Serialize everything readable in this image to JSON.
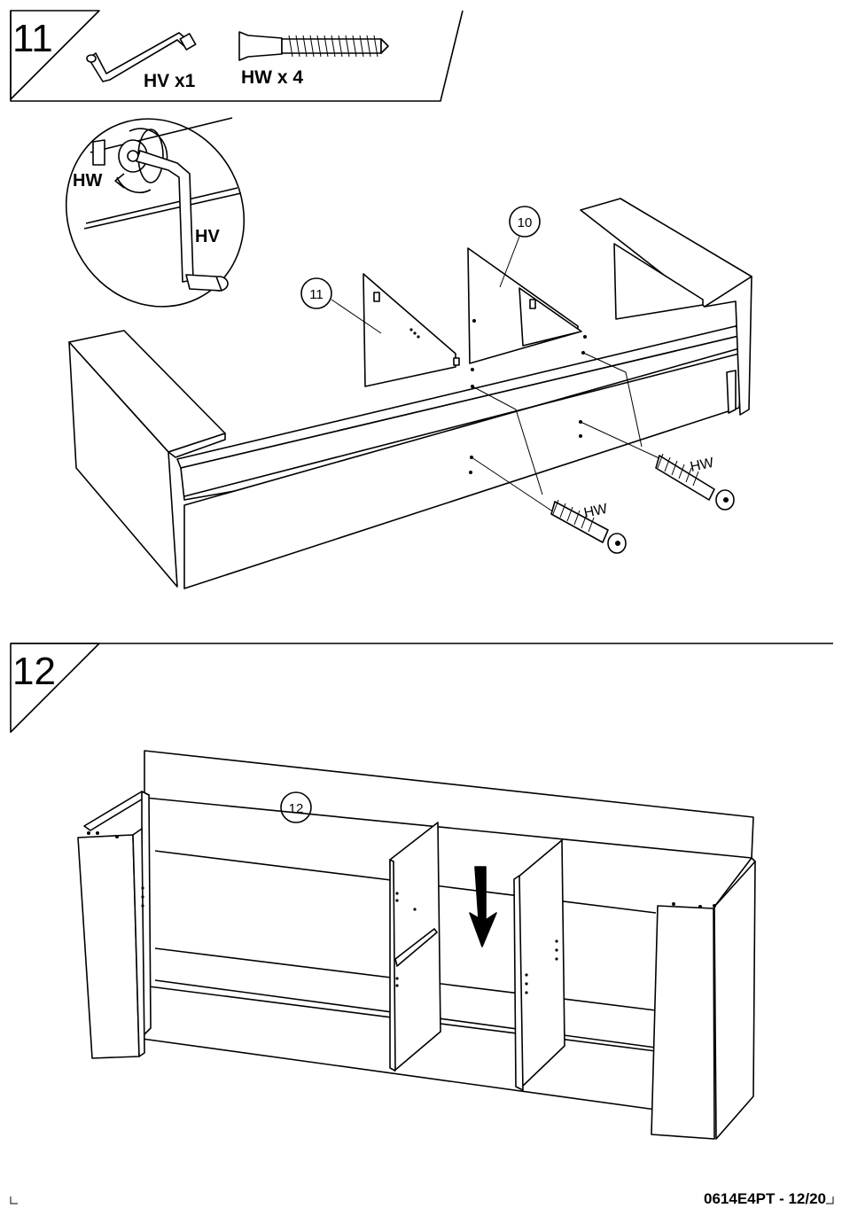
{
  "steps": [
    {
      "number": "11",
      "parts": [
        {
          "code": "HV",
          "qty_label": "HV x1",
          "icon": "allen-key-icon"
        },
        {
          "code": "HW",
          "qty_label": "HW x 4",
          "icon": "cam-screw-icon"
        }
      ],
      "detail_labels": {
        "screw": "HW",
        "key": "HV"
      },
      "callouts": [
        "10",
        "11"
      ],
      "screw_labels": [
        "HW",
        "HW"
      ]
    },
    {
      "number": "12",
      "callouts": [
        "12"
      ]
    }
  ],
  "footer": {
    "doc_code": "0614E4PT - 12/20"
  }
}
